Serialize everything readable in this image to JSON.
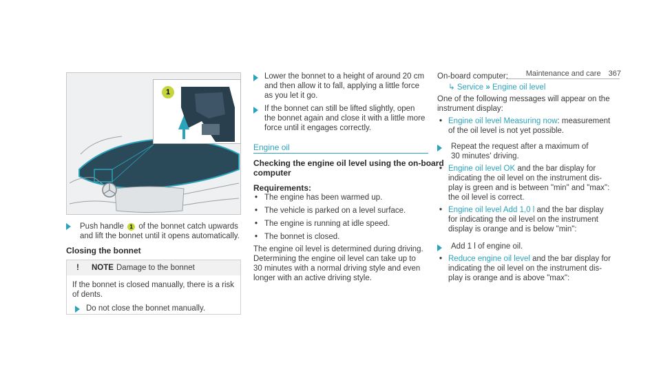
{
  "header": {
    "section": "Maintenance and care",
    "page_number": "367"
  },
  "illustration": {
    "callout": "1"
  },
  "col1": {
    "step1": {
      "a": "Push handle",
      "callout": "1",
      "b": "of the bonnet catch upwards",
      "c": "and lift the bonnet until it opens automatically."
    },
    "closing_heading": "Closing the bonnet",
    "note": {
      "bang": "!",
      "label": "NOTE",
      "title": "Damage to the bonnet",
      "body1": "If the bonnet is closed manually, there is a risk",
      "body2": "of dents.",
      "step": "Do not close the bonnet manually."
    }
  },
  "col2": {
    "step1": [
      "Lower the bonnet to a height of around 20 cm",
      "and then allow it to fall, applying a little force",
      "as you let it go."
    ],
    "step2": [
      "If the bonnet can still be lifted slightly, open",
      "the bonnet again and close it with a little more",
      "force until it engages correctly."
    ],
    "section_title": "Engine oil",
    "sub_heading": [
      "Checking the engine oil level using the on-board",
      "computer"
    ],
    "req_heading": "Requirements:",
    "requirements": [
      "The engine has been warmed up.",
      "The vehicle is parked on a level surface.",
      "The engine is running at idle speed.",
      "The bonnet is closed."
    ],
    "para": [
      "The engine oil level is determined during driving.",
      "Determining the engine oil level can take up to",
      "30 minutes with a normal driving style and even",
      "longer with an active driving style."
    ]
  },
  "col3": {
    "onboard": "On-board computer:",
    "path1": "Service",
    "path2": "Engine oil level",
    "intro": [
      "One of the following messages will appear on the",
      "instrument display:"
    ],
    "msg1": {
      "label": "Engine oil level Measuring now",
      "rest": ": measurement",
      "line2": "of the oil level is not yet possible."
    },
    "step1": [
      "Repeat the request after a maximum of",
      "30 minutes' driving."
    ],
    "msg2": {
      "label": "Engine oil level OK",
      "rest": " and the bar display for",
      "line2": "indicating the oil level on the instrument dis-",
      "line3": "play is green and is between \"min\" and \"max\":",
      "line4": "the oil level is correct."
    },
    "msg3": {
      "label": "Engine oil level Add 1,0 l",
      "rest": " and the bar display",
      "line2": "for indicating the oil level on the instrument",
      "line3": "display is orange and is below \"min\":"
    },
    "step2": "Add 1 l of engine oil.",
    "msg4": {
      "label": "Reduce engine oil level",
      "rest": " and the bar display for",
      "line2": "indicating the oil level on the instrument dis-",
      "line3": "play is orange and is above \"max\":"
    }
  },
  "colors": {
    "accent": "#2aa3bb",
    "callout": "#c6d63a"
  }
}
